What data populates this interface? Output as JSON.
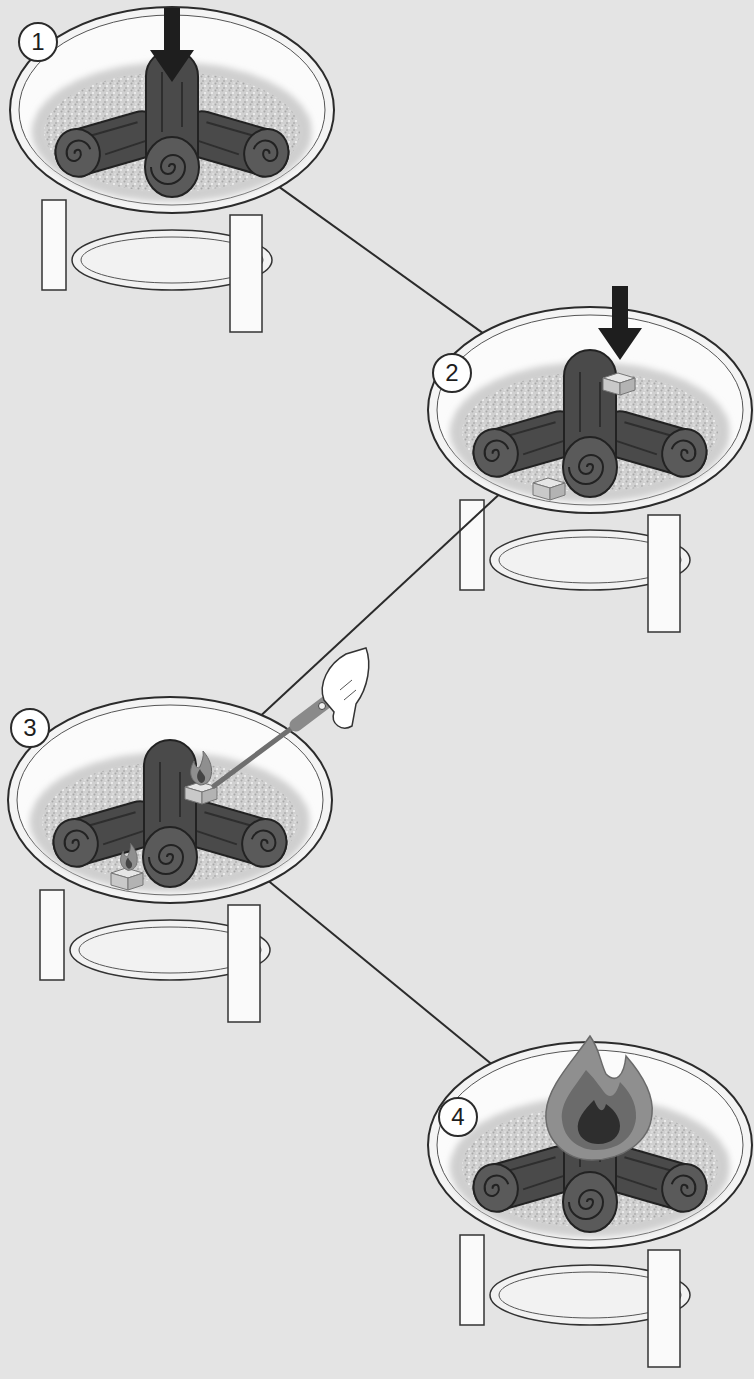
{
  "diagram": {
    "nodes": [
      {
        "text": [
          "1"
        ]
      },
      {
        "text": [
          "2"
        ]
      },
      {
        "text": [
          "3"
        ]
      },
      {
        "text": [
          "4"
        ]
      }
    ],
    "edges": [
      {
        "from": 0,
        "to": 1,
        "arrow": "none"
      },
      {
        "from": 1,
        "to": 2,
        "arrow": "none"
      },
      {
        "from": 2,
        "to": 3,
        "arrow": "none"
      }
    ]
  }
}
